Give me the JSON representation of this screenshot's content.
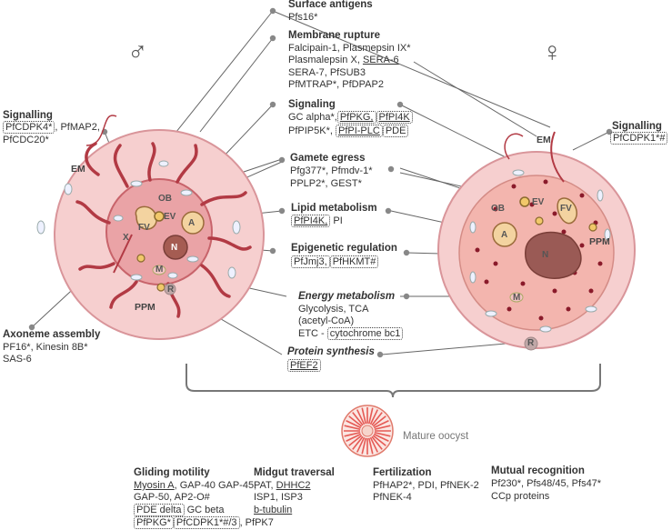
{
  "symbols": {
    "male": "♂",
    "female": "♀"
  },
  "regions": {
    "em": "EM",
    "ppm": "PPM"
  },
  "organelles": {
    "ob": "OB",
    "ev": "EV",
    "fv": "FV",
    "a": "A",
    "n": "N",
    "m": "M",
    "r": "R",
    "x": "X"
  },
  "male_signalling": {
    "title": "Signalling",
    "pfcdpk4": "PfCDPK4*",
    "rest": ", PfMAP2,",
    "pfcdc20": "PfCDC20*"
  },
  "axoneme": {
    "title": "Axoneme assembly",
    "l1": "PF16*, Kinesin 8B*",
    "l2": "SAS-6"
  },
  "female_signalling": {
    "title": "Signalling",
    "pfcdpk1": "PfCDPK1*#"
  },
  "surface": {
    "title": "Surface antigens",
    "l1": "Pfs16*"
  },
  "membrane": {
    "title": "Membrane rupture",
    "l1": "Falcipain-1, Plasmepsin IX*",
    "l2a": "Plasmalepsin X, ",
    "l2b": "SERA-6",
    "l3": "SERA-7, PfSUB3",
    "l4": "PfMTRAP*, PfDPAP2"
  },
  "signaling": {
    "title": "Signaling",
    "l1a": "GC alpha*,",
    "l1b": "PfPKG,",
    "l1c": "PfPI4K",
    "l2a": "PfPIP5K*,",
    "l2b": "PfPI-PLC",
    "l2c": "PDE"
  },
  "gamete": {
    "title": "Gamete egress",
    "l1": "Pfg377*, Pfmdv-1*",
    "l2": "PPLP2*, GEST*"
  },
  "lipid": {
    "title": "Lipid metabolism",
    "l1a": "PfPI4K,",
    "l1b": "PI"
  },
  "epigenetic": {
    "title": "Epigenetic regulation",
    "l1a": "PfJmj3,",
    "l1b": "PfHKMT#"
  },
  "energy": {
    "title": "Energy metabolism",
    "l1": "Glycolysis, TCA",
    "l2": "(acetyl-CoA)",
    "l3a": "ETC - ",
    "l3b": "cytochrome bc1"
  },
  "protein": {
    "title": "Protein synthesis",
    "l1": "PfEF2"
  },
  "oocyst": {
    "label": "Mature oocyst"
  },
  "gliding": {
    "title": "Gliding motility",
    "l1a": "Myosin A",
    "l1b": ", GAP-40 GAP-45,",
    "l2": "GAP-50, AP2-O#",
    "l3a": "PDE delta",
    "l3b": " GC beta",
    "l4a": "PfPKG*",
    "l4b": "PfCDPK1*#/3",
    "l4c": ", PfPK7"
  },
  "midgut": {
    "title": "Midgut traversal",
    "l1a": "PAT, ",
    "l1b": "DHHC2",
    "l2": "ISP1, ISP3",
    "l3": "b-tubulin"
  },
  "fertilization": {
    "title": "Fertilization",
    "l1": "PfHAP2*, PDI, PfNEK-2",
    "l2": "PfNEK-4"
  },
  "mutual": {
    "title": "Mutual recognition",
    "l1": "Pf230*, Pfs48/45, Pfs47*",
    "l2": "CCp proteins"
  }
}
